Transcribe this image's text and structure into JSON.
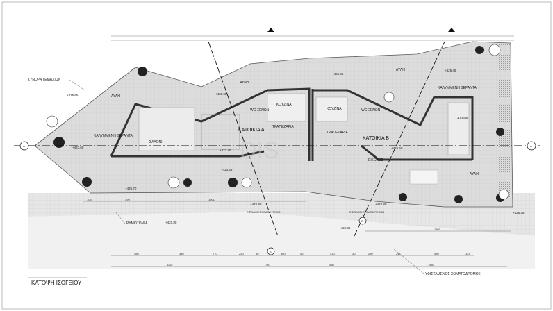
{
  "drawing": {
    "title": "ΚΑΤΟΨΗ ΙΣΟΓΕΙΟΥ",
    "watermark": "DIS",
    "annotations": {
      "plot_boundary": "ΣΥΝΟΡΑ ΤΕΜΑΧΙΩΝ",
      "street_line": "ΡΥΜΟΤΟΜΙΑ",
      "existing_road": "ΥΦΙΣΤΑΜΕΝΟΣ ΧΩΜΑΤΟΔΡΟΜΟΣ"
    },
    "house_a": {
      "name": "ΚΑΤΟΙΚΙΑ Α",
      "rooms": [
        "ΑΥΛΗ",
        "ΚΑΛΥΜΜΕΝΗ ΒΕΡΑΝΤΑ",
        "ΣΑΛΟΝΙ",
        "ΚΟΥΖΙΝΑ",
        "ΤΡΑΠΕΖΑΡΙΑ",
        "WC ΞΕΝΩΝ",
        "ΑΥΛΗ"
      ]
    },
    "house_b": {
      "name": "ΚΑΤΟΙΚΙΑ Β",
      "rooms": [
        "ΑΥΛΗ",
        "ΚΑΛΥΜΜΕΝΗ ΒΕΡΑΝΤΑ",
        "ΣΑΛΟΝΙ",
        "ΚΟΥΖΙΝΑ",
        "ΤΡΑΠΕΖΑΡΙΑ",
        "WC ΞΕΝΩΝ",
        "ΕΙΣΟΔΟΣ",
        "ΑΥΛΗ"
      ]
    },
    "pedestrian_entrance": "ΕΙΣΟΔΟΣ/ΕΞΟΔΟΣ ΠΕΖΩΝ",
    "levels": [
      "+423.65",
      "+425.65",
      "+423.70",
      "+423.65",
      "+420.70",
      "+422.80",
      "+422.80",
      "+422.35",
      "+420.80",
      "+425.35",
      "+425.45",
      "+425.45",
      "+425.50",
      "+420.65"
    ],
    "section_marks": [
      "A",
      "A",
      "B",
      "B"
    ],
    "dimensions_bottom_row1": [
      "480",
      "340",
      "270",
      "250",
      "40",
      "360",
      "40",
      "430",
      "30",
      "250",
      "247",
      "450",
      "125"
    ],
    "dimensions_bottom_row2": [
      "1110",
      "730",
      "430",
      "1440"
    ],
    "dimensions_street": [
      "104",
      "399",
      "1001",
      "1300"
    ]
  }
}
